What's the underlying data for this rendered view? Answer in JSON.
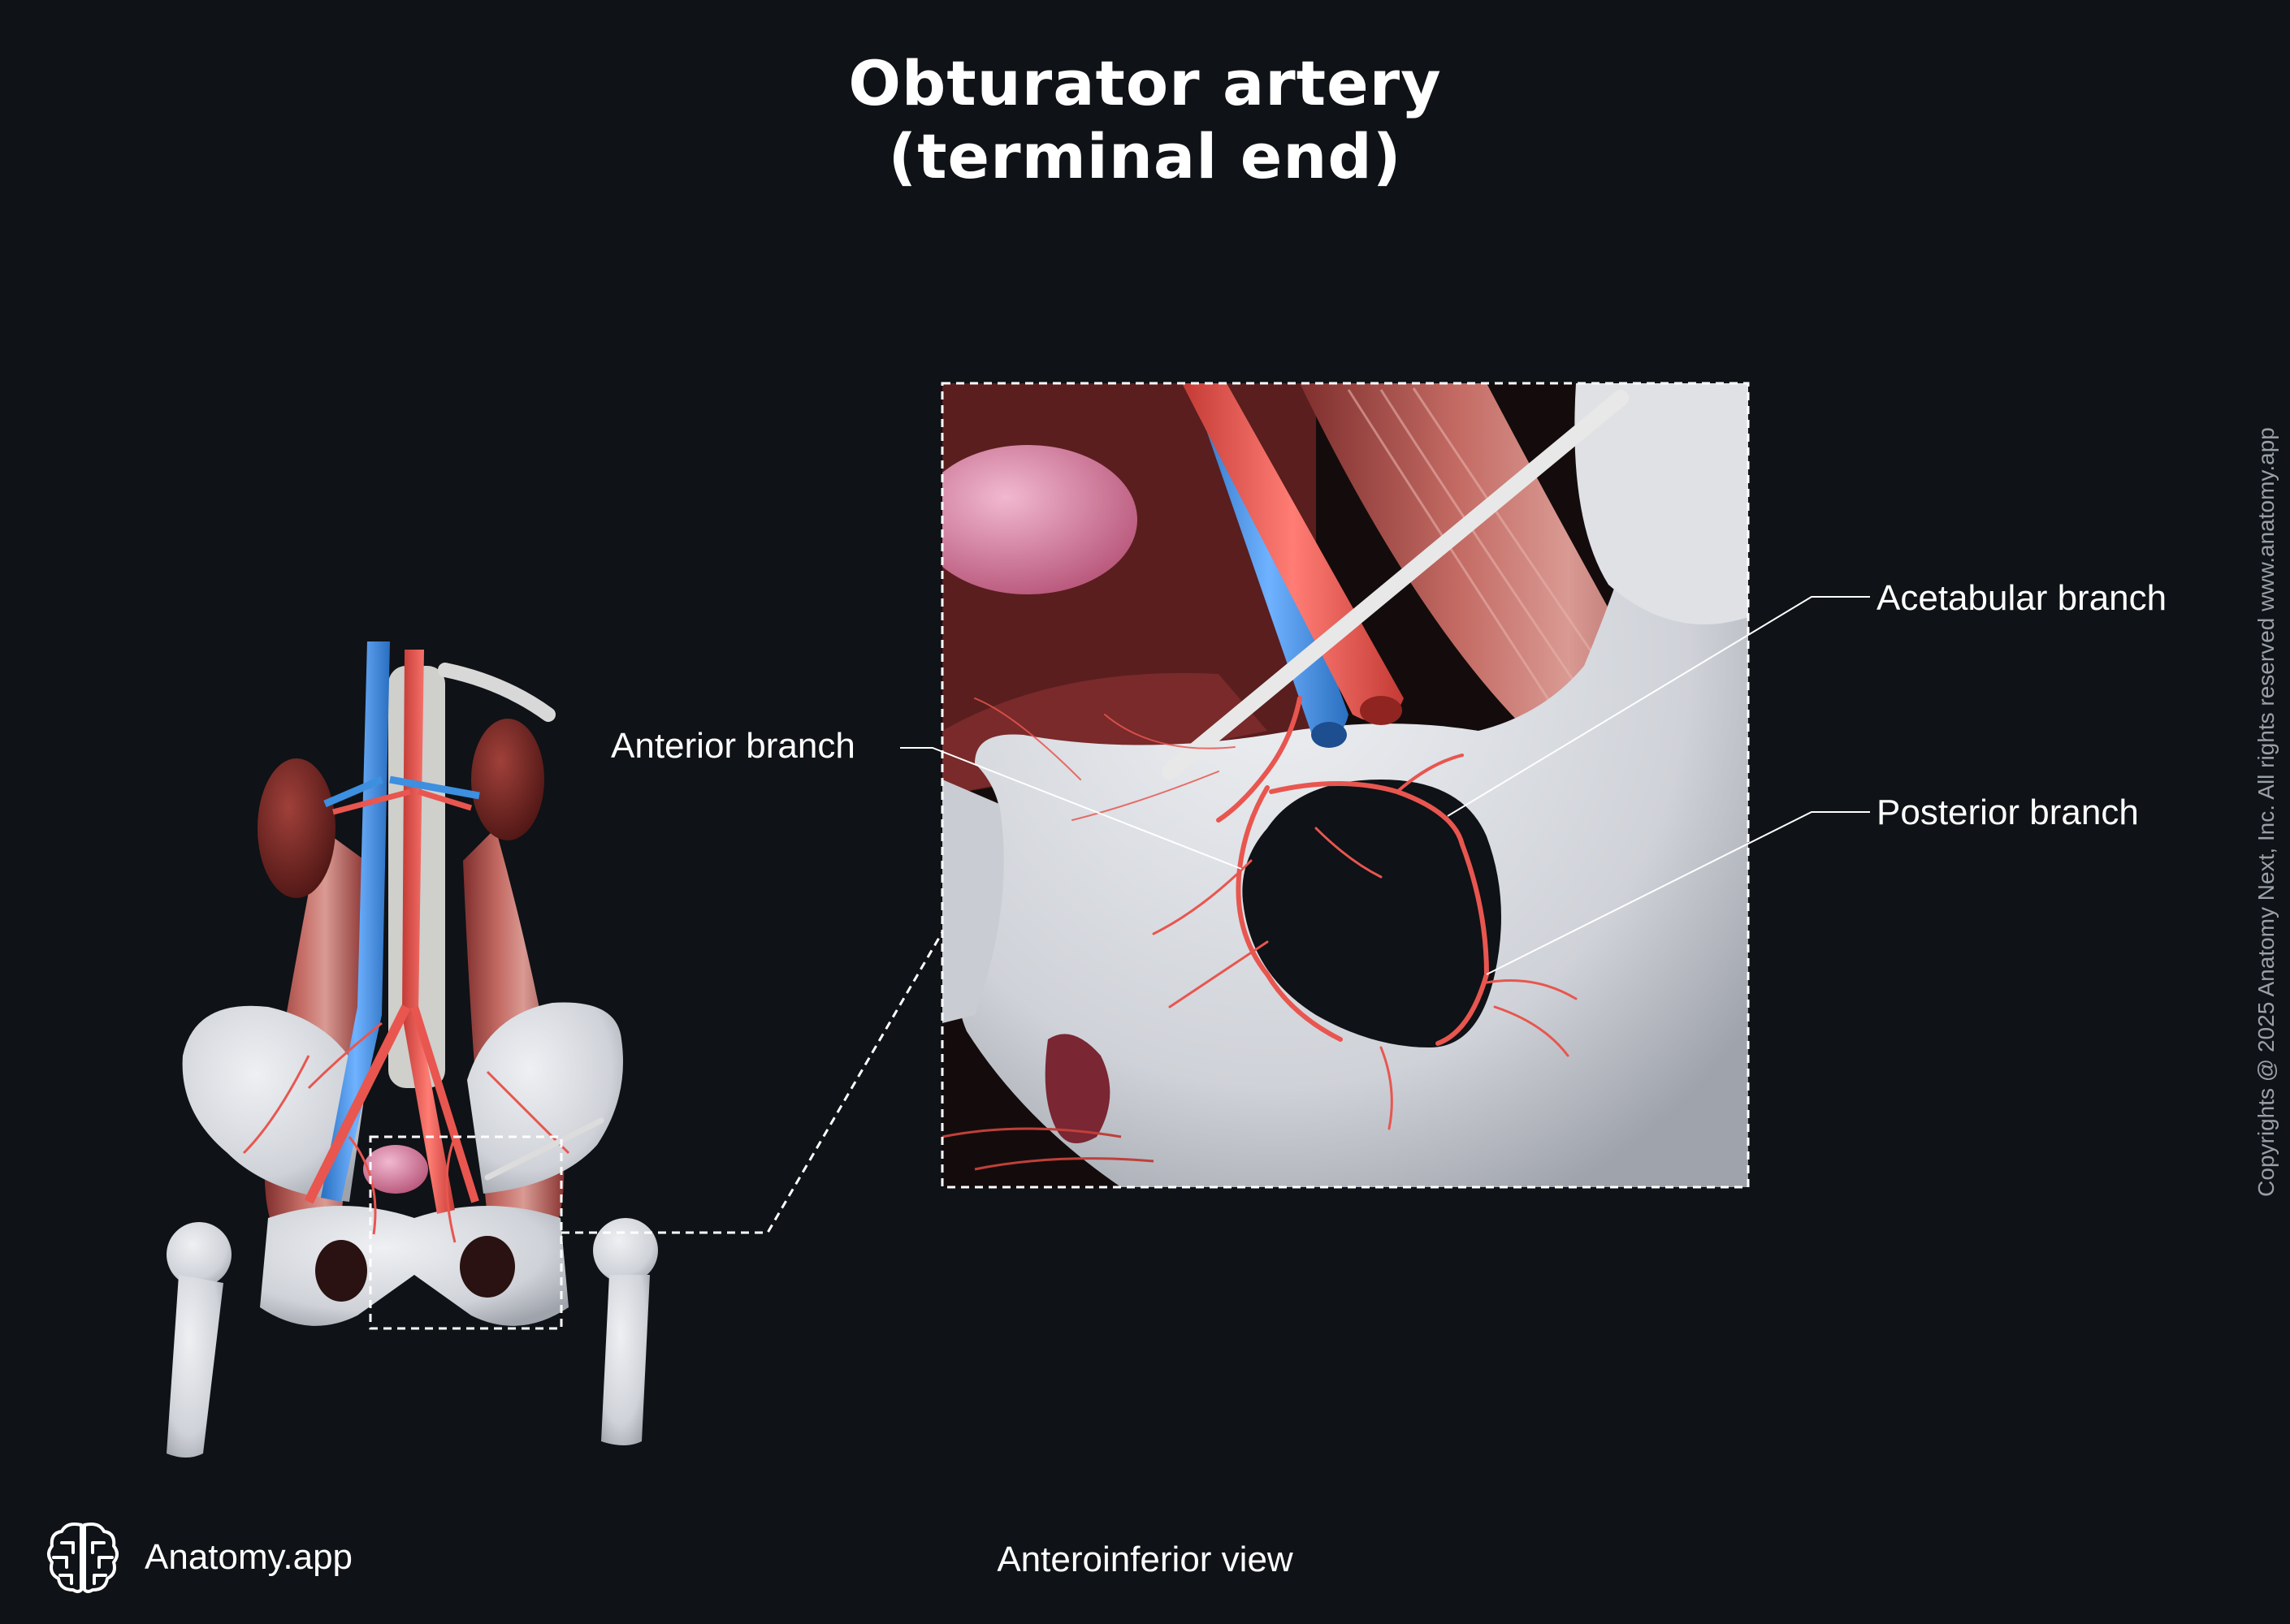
{
  "title": {
    "line1": "Obturator artery",
    "line2": "(terminal end)"
  },
  "labels": {
    "anterior_branch": "Anterior branch",
    "acetabular_branch": "Acetabular branch",
    "posterior_branch": "Posterior branch"
  },
  "view_caption": "Anteroinferior view",
  "brand": {
    "name": "Anatomy.app",
    "icon": "brain-logo-icon"
  },
  "copyright": "Copyrights @ 2025 Anatomy Next, Inc. All rights reserved www.anatomy.app",
  "colors": {
    "background": "#0f1216",
    "artery": "#e8564f",
    "vein": "#3d8fe0",
    "bone": "#d9dbe0",
    "muscle": "#b95a55",
    "text": "#ffffff"
  }
}
